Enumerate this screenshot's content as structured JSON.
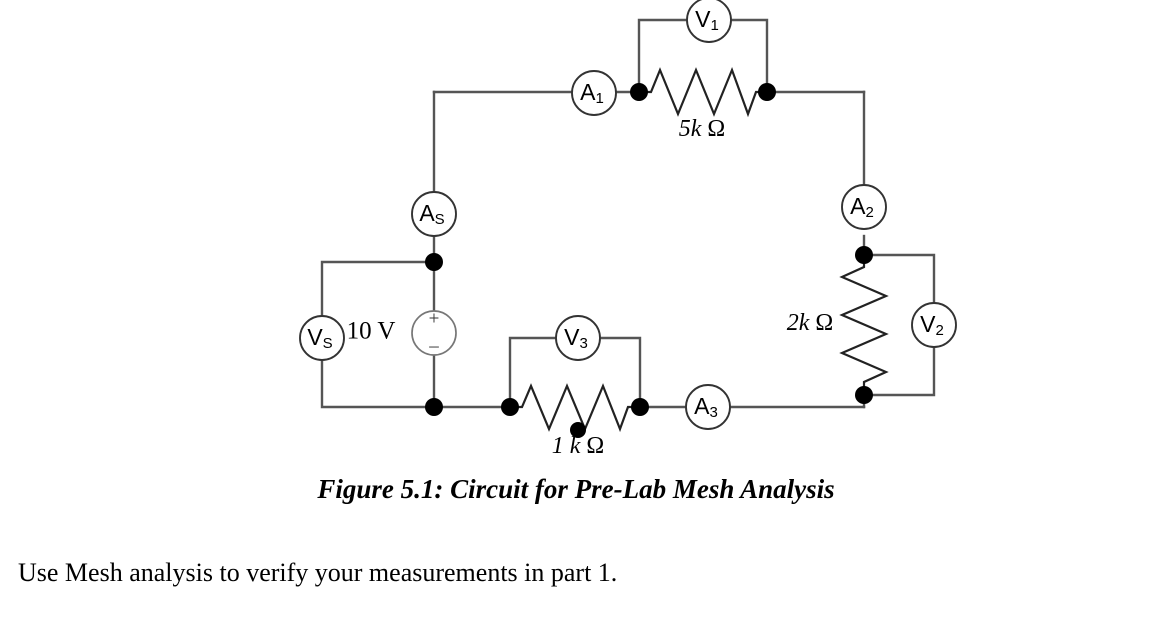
{
  "figure": {
    "caption": "Figure 5.1: Circuit for Pre-Lab Mesh Analysis",
    "body_text": "Use Mesh analysis to verify your measurements in part 1."
  },
  "circuit": {
    "type": "schematic",
    "source": {
      "name": "voltage-source",
      "label": "V",
      "sub": "S",
      "value": "10 V",
      "polarity_top": "+",
      "polarity_bottom": "–"
    },
    "ammeters": [
      {
        "name": "ammeter-as",
        "label": "A",
        "sub": "S"
      },
      {
        "name": "ammeter-a1",
        "label": "A",
        "sub": "1"
      },
      {
        "name": "ammeter-a2",
        "label": "A",
        "sub": "2"
      },
      {
        "name": "ammeter-a3",
        "label": "A",
        "sub": "3"
      }
    ],
    "voltmeters": [
      {
        "name": "voltmeter-vs",
        "label": "V",
        "sub": "S"
      },
      {
        "name": "voltmeter-v1",
        "label": "V",
        "sub": "1"
      },
      {
        "name": "voltmeter-v2",
        "label": "V",
        "sub": "2"
      },
      {
        "name": "voltmeter-v3",
        "label": "V",
        "sub": "3"
      }
    ],
    "resistors": [
      {
        "name": "resistor-5k",
        "value": "5k",
        "unit": "Ω",
        "display": "5k Ω",
        "orientation": "horizontal",
        "across": "V1"
      },
      {
        "name": "resistor-2k",
        "value": "2k",
        "unit": "Ω",
        "display": "2k Ω",
        "orientation": "vertical",
        "across": "V2"
      },
      {
        "name": "resistor-1k",
        "value": "1 k",
        "unit": "Ω",
        "display": "1 k Ω",
        "orientation": "horizontal",
        "across": "V3"
      }
    ],
    "colors": {
      "wire": "#555555",
      "zigzag": "#222222",
      "node": "#000000",
      "text": "#000000",
      "background": "#ffffff"
    }
  }
}
